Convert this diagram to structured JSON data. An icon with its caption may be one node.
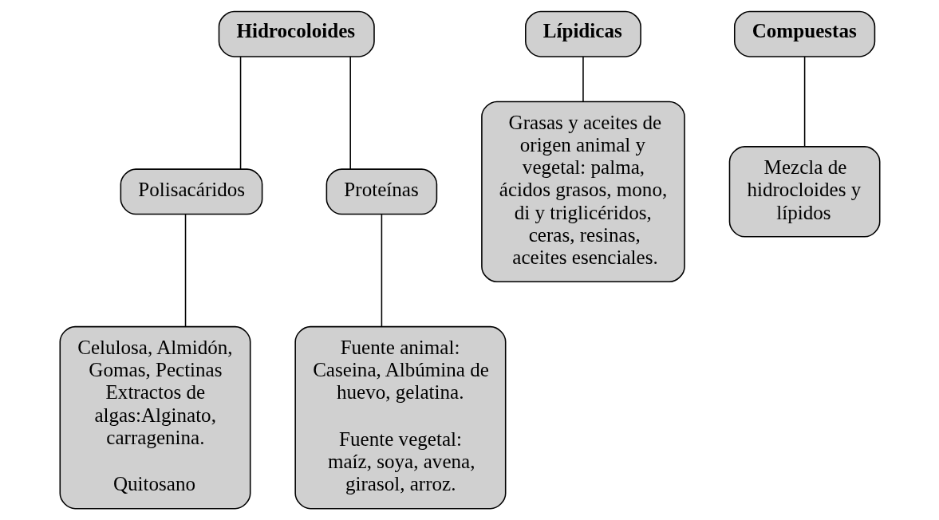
{
  "diagram": {
    "nodes": [
      {
        "text": [
          "Hidrocoloides"
        ]
      },
      {
        "text": [
          "Polisacáridos"
        ]
      },
      {
        "text": [
          "Proteínas"
        ]
      },
      {
        "text": [
          "Celulosa, Almidón, Gomas, Pectinas Extractos de algas:Alginato, carragenina.",
          "Quitosano"
        ]
      },
      {
        "text": [
          "Fuente animal: Caseina, Albúmina de huevo, gelatina.",
          "Fuente vegetal: maíz, soya, avena, girasol, arroz."
        ]
      },
      {
        "text": [
          "Lípidicas"
        ]
      },
      {
        "text": [
          "Grasas y aceites de origen animal y vegetal: palma, ácidos grasos, mono, di y triglicéridos, ceras, resinas, aceites esenciales."
        ]
      },
      {
        "text": [
          "Compuestas"
        ]
      },
      {
        "text": [
          "Mezcla de hidrocloides y lípidos"
        ]
      }
    ],
    "edges": [
      {
        "from": 0,
        "to": 1,
        "arrow": "none"
      },
      {
        "from": 0,
        "to": 2,
        "arrow": "none"
      },
      {
        "from": 1,
        "to": 3,
        "arrow": "none"
      },
      {
        "from": 2,
        "to": 4,
        "arrow": "none"
      },
      {
        "from": 5,
        "to": 6,
        "arrow": "none"
      },
      {
        "from": 7,
        "to": 8,
        "arrow": "none"
      }
    ]
  }
}
